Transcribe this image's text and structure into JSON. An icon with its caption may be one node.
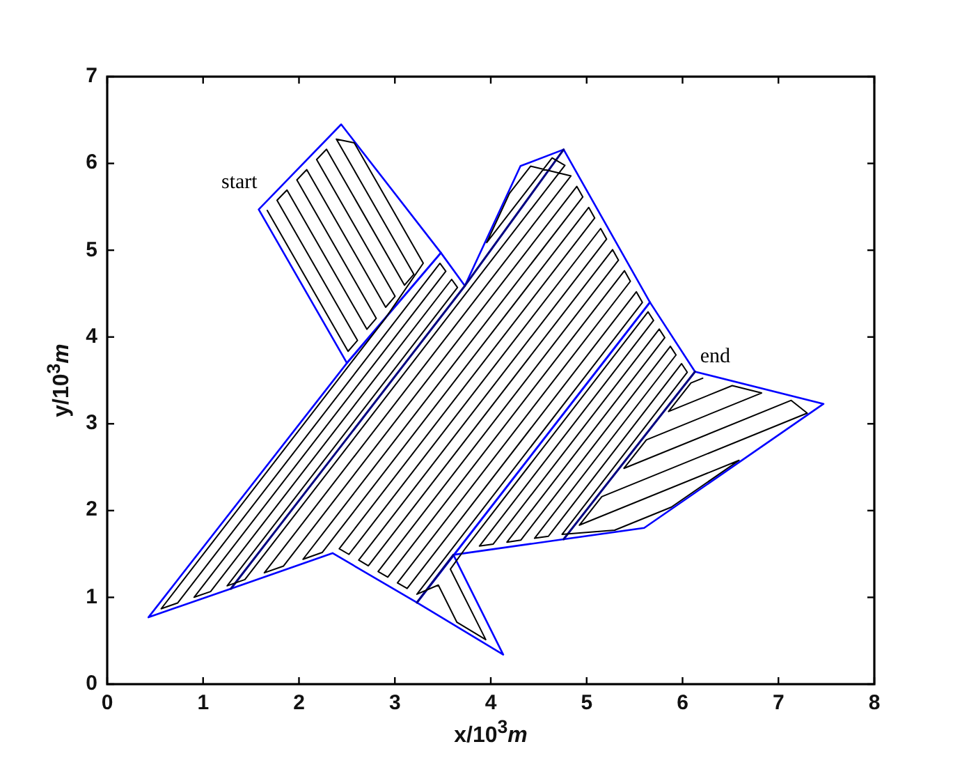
{
  "diagram": {
    "chart_data": {
      "type": "line",
      "xlabel": "x/10$^{3}$*m*",
      "ylabel": "y/10$^{3}$*m*",
      "xlim": [
        0,
        8
      ],
      "ylim": [
        0,
        7
      ],
      "xticks": [
        0,
        1,
        2,
        3,
        4,
        5,
        6,
        7,
        8
      ],
      "yticks": [
        0,
        1,
        2,
        3,
        4,
        5,
        6,
        7
      ],
      "annotations": [
        "start",
        "end"
      ]
    }
  }
}
